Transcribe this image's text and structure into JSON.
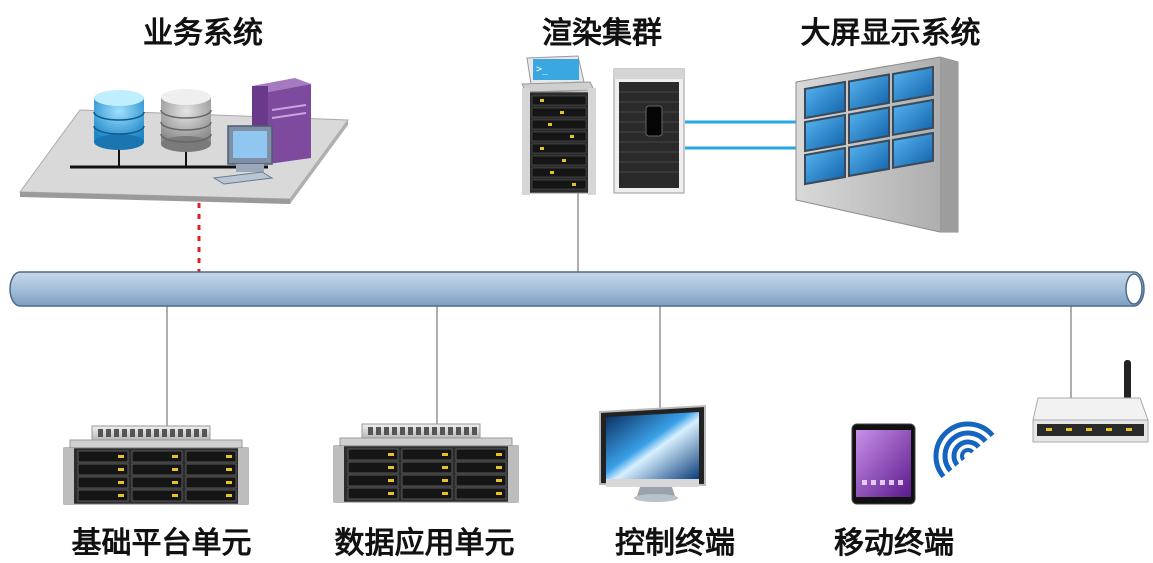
{
  "labels": {
    "business": "业务系统",
    "render": "渲染集群",
    "display": "大屏显示系统",
    "basic": "基础平台单元",
    "data_app": "数据应用单元",
    "control": "控制终端",
    "mobile": "移动终端"
  },
  "icons": {
    "business": [
      "database-icon",
      "database-icon",
      "server-tower-icon",
      "workstation-icon"
    ],
    "render": [
      "rack-server-icon",
      "tower-server-icon"
    ],
    "display": "video-wall-icon",
    "basic": "storage-array-icon",
    "data_app": "storage-array-icon",
    "control": "monitor-icon",
    "mobile": [
      "tablet-icon",
      "wifi-signal-icon",
      "wireless-router-icon"
    ]
  },
  "colors": {
    "bus_fill": "#a9c4de",
    "bus_stroke": "#4a6b8c",
    "business_link": "#e02020",
    "screen_blue": "#1e7fcf"
  }
}
